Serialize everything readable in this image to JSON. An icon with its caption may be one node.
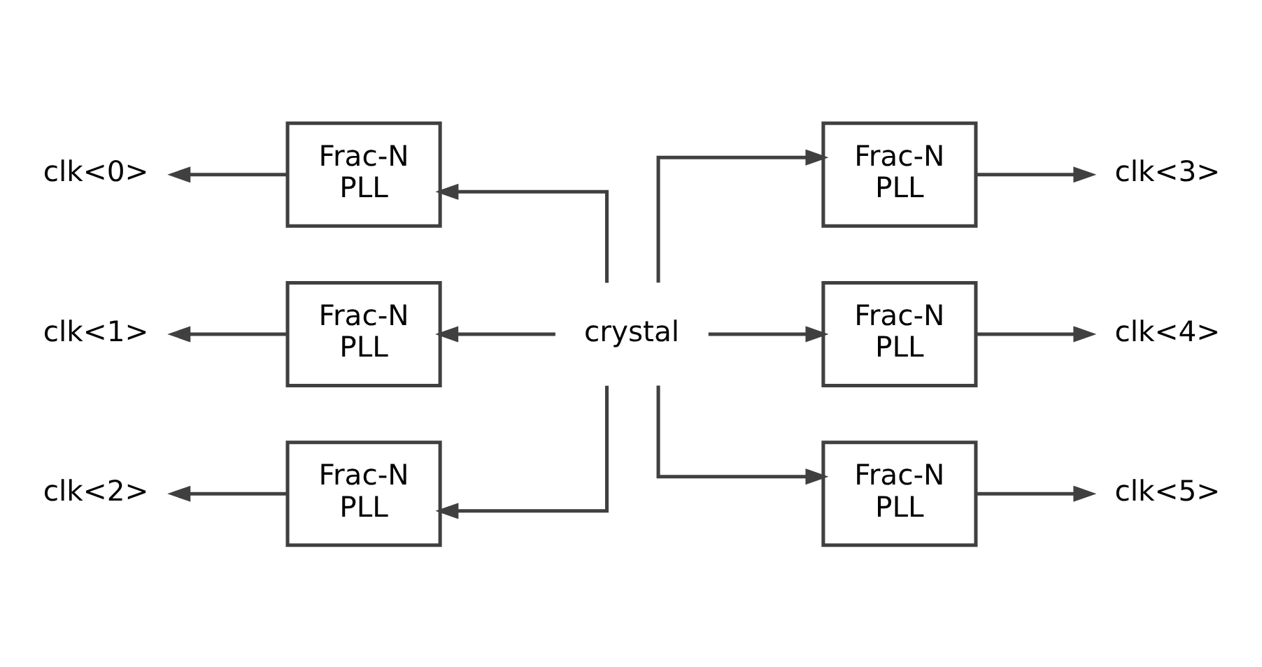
{
  "diagram": {
    "nodes": [
      {
        "text": [
          "crystal"
        ]
      },
      {
        "text": [
          "Frac-N PLL"
        ]
      },
      {
        "text": [
          "Frac-N PLL"
        ]
      },
      {
        "text": [
          "Frac-N PLL"
        ]
      },
      {
        "text": [
          "Frac-N PLL"
        ]
      },
      {
        "text": [
          "Frac-N PLL"
        ]
      },
      {
        "text": [
          "Frac-N PLL"
        ]
      },
      {
        "text": [
          "clk<0>"
        ]
      },
      {
        "text": [
          "clk<3>"
        ]
      },
      {
        "text": [
          "clk<1>"
        ]
      },
      {
        "text": [
          "clk<4>"
        ]
      },
      {
        "text": [
          "clk<2>"
        ]
      },
      {
        "text": [
          "clk<5>"
        ]
      }
    ],
    "edges": [
      {
        "from": 0,
        "to": 1,
        "arrow": "to"
      },
      {
        "from": 0,
        "to": 2,
        "arrow": "to"
      },
      {
        "from": 0,
        "to": 3,
        "arrow": "to"
      },
      {
        "from": 0,
        "to": 4,
        "arrow": "to"
      },
      {
        "from": 0,
        "to": 5,
        "arrow": "to"
      },
      {
        "from": 0,
        "to": 6,
        "arrow": "to"
      },
      {
        "from": 1,
        "to": 7,
        "arrow": "to"
      },
      {
        "from": 2,
        "to": 8,
        "arrow": "to"
      },
      {
        "from": 3,
        "to": 9,
        "arrow": "to"
      },
      {
        "from": 4,
        "to": 10,
        "arrow": "to"
      },
      {
        "from": 5,
        "to": 11,
        "arrow": "to"
      },
      {
        "from": 6,
        "to": 12,
        "arrow": "to"
      }
    ]
  }
}
